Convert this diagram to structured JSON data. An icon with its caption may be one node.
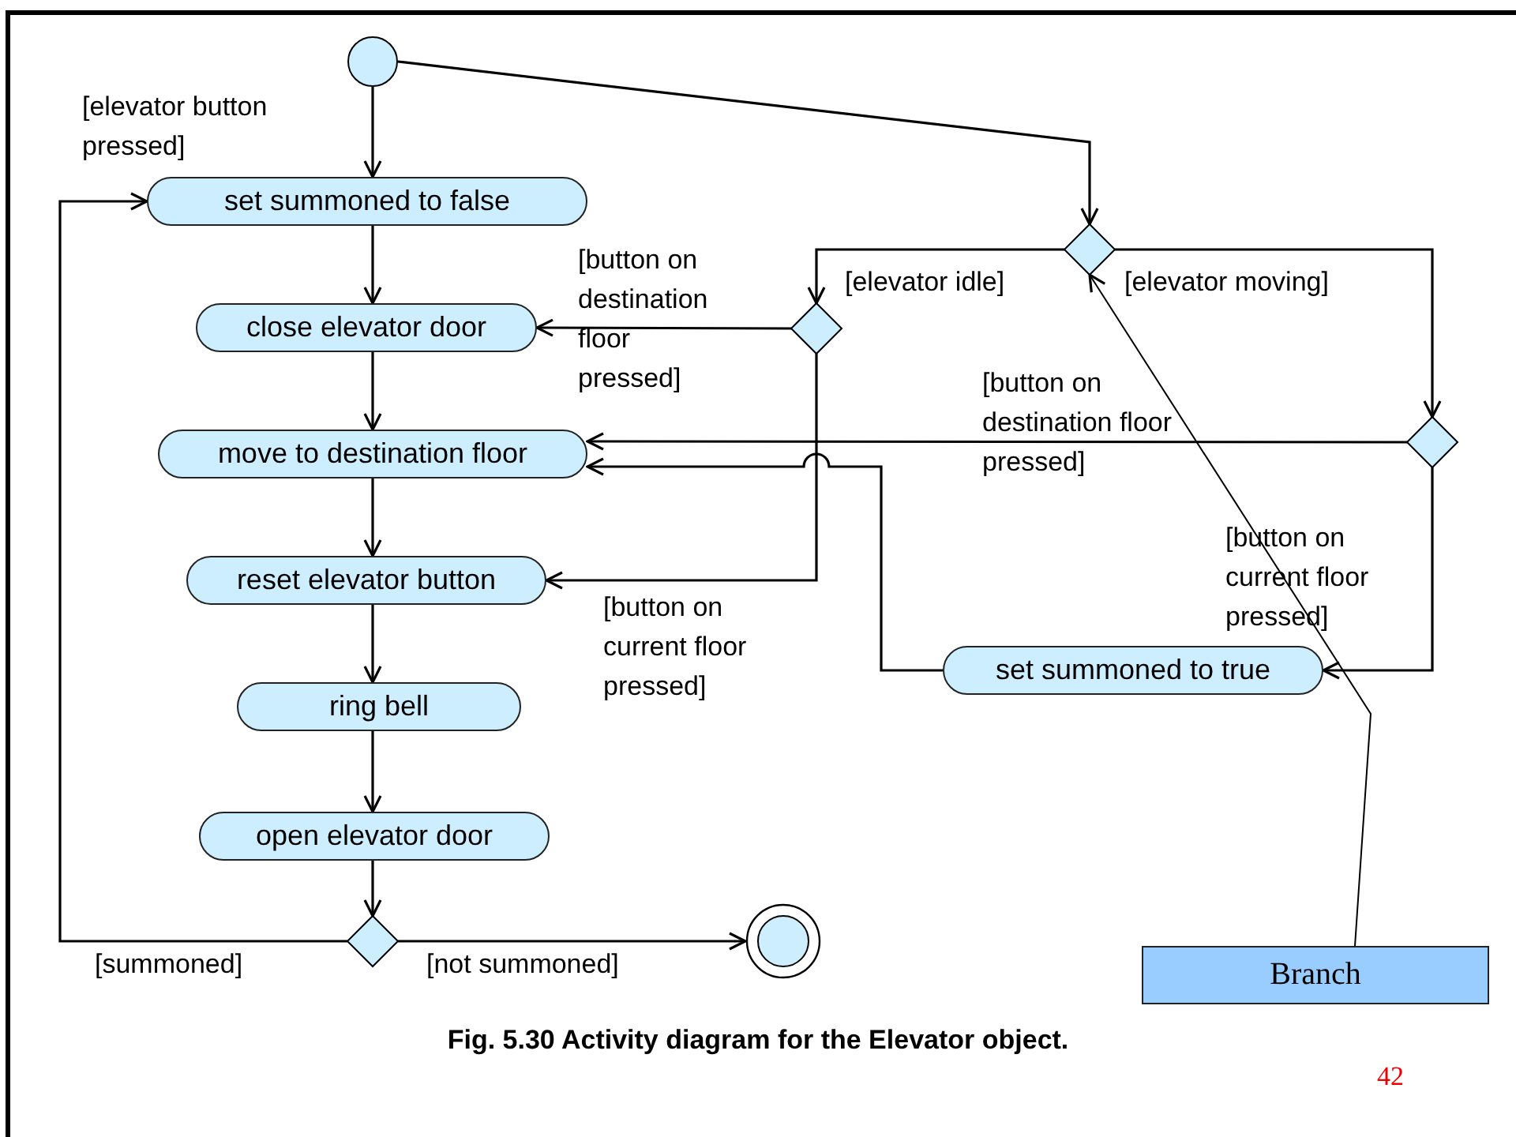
{
  "diagram": {
    "caption": "Fig. 5.30 Activity diagram for the Elevator object.",
    "nodes": [
      {
        "text": [],
        "shape": "circle"
      },
      {
        "text": [
          "set summoned to false"
        ]
      },
      {
        "text": [
          "close elevator door"
        ]
      },
      {
        "text": [
          "move to destination floor"
        ]
      },
      {
        "text": [
          "reset elevator button"
        ]
      },
      {
        "text": [
          "ring bell"
        ]
      },
      {
        "text": [
          "open elevator door"
        ]
      },
      {
        "text": [],
        "shape": "diamond"
      },
      {
        "text": [],
        "shape": "circle"
      },
      {
        "text": [],
        "shape": "diamond"
      },
      {
        "text": [],
        "shape": "diamond"
      },
      {
        "text": [],
        "shape": "diamond"
      },
      {
        "text": [
          "set summoned to true"
        ]
      },
      {
        "text": [
          "Branch"
        ]
      }
    ],
    "edges": [
      {
        "from": 0,
        "to": 1,
        "arrow": "to",
        "label": "[elevator button pressed]"
      },
      {
        "from": 0,
        "to": 9,
        "arrow": "to"
      },
      {
        "from": 1,
        "to": 2,
        "arrow": "to"
      },
      {
        "from": 2,
        "to": 3,
        "arrow": "to"
      },
      {
        "from": 3,
        "to": 4,
        "arrow": "to"
      },
      {
        "from": 4,
        "to": 5,
        "arrow": "to"
      },
      {
        "from": 5,
        "to": 6,
        "arrow": "to"
      },
      {
        "from": 6,
        "to": 7,
        "arrow": "to"
      },
      {
        "from": 7,
        "to": 1,
        "arrow": "to",
        "label": "[summoned]"
      },
      {
        "from": 7,
        "to": 8,
        "arrow": "to",
        "label": "[not summoned]"
      },
      {
        "from": 9,
        "to": 10,
        "arrow": "to",
        "label": "[elevator idle]"
      },
      {
        "from": 9,
        "to": 11,
        "arrow": "to",
        "label": "[elevator moving]"
      },
      {
        "from": 10,
        "to": 2,
        "arrow": "to",
        "label": "[button on destination floor pressed]"
      },
      {
        "from": 10,
        "to": 4,
        "arrow": "to",
        "label": "[button on current floor pressed]"
      },
      {
        "from": 11,
        "to": 3,
        "arrow": "to",
        "label": "[button on destination floor pressed]"
      },
      {
        "from": 11,
        "to": 12,
        "arrow": "to",
        "label": "[button on current floor pressed]"
      },
      {
        "from": 12,
        "to": 3,
        "arrow": "to"
      },
      {
        "from": 13,
        "to": 9,
        "arrow": "to"
      }
    ],
    "labels": [
      "42"
    ]
  }
}
